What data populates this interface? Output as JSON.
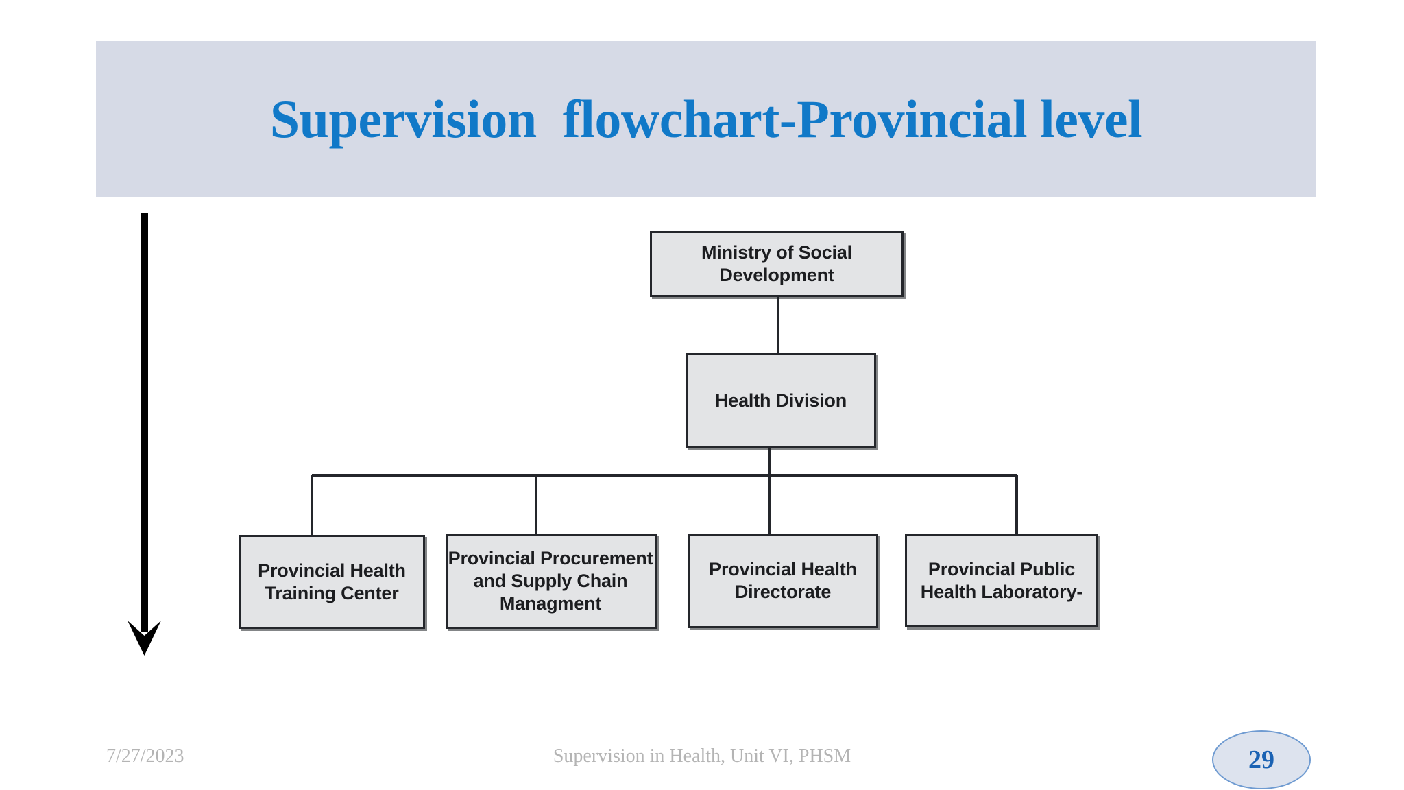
{
  "slide": {
    "title": "Supervision  flowchart-Provincial level",
    "title_color": "#1179c8",
    "banner_color": "#d6dae6",
    "background_color": "#ffffff"
  },
  "flow_indicator": {
    "name": "downward-flow-arrow",
    "direction": "down",
    "color": "#000000"
  },
  "org_chart": {
    "type": "hierarchy",
    "node_fill": "#e3e4e6",
    "node_border": "#24262b",
    "levels": [
      {
        "level": 1,
        "nodes": [
          {
            "id": "ministry",
            "label": "Ministry of Social\nDevelopment"
          }
        ]
      },
      {
        "level": 2,
        "nodes": [
          {
            "id": "health-division",
            "label": "Health Division"
          }
        ]
      },
      {
        "level": 3,
        "nodes": [
          {
            "id": "training-center",
            "label": "Provincial Health\nTraining Center"
          },
          {
            "id": "procurement",
            "label": "Provincial Procurement\nand Supply Chain\nManagment"
          },
          {
            "id": "directorate",
            "label": "Provincial Health\nDirectorate"
          },
          {
            "id": "laboratory",
            "label": "Provincial Public\nHealth Laboratory-"
          }
        ]
      }
    ],
    "edges": [
      {
        "from": "ministry",
        "to": "health-division"
      },
      {
        "from": "health-division",
        "to": "training-center"
      },
      {
        "from": "health-division",
        "to": "procurement"
      },
      {
        "from": "health-division",
        "to": "directorate"
      },
      {
        "from": "health-division",
        "to": "laboratory"
      }
    ]
  },
  "footer": {
    "date": "7/27/2023",
    "center_text": "Supervision in Health, Unit VI, PHSM",
    "page_number": "29",
    "page_badge_fill": "#dde3ee",
    "page_badge_border": "#6f9bd1",
    "text_color": "#b4b4b4"
  }
}
